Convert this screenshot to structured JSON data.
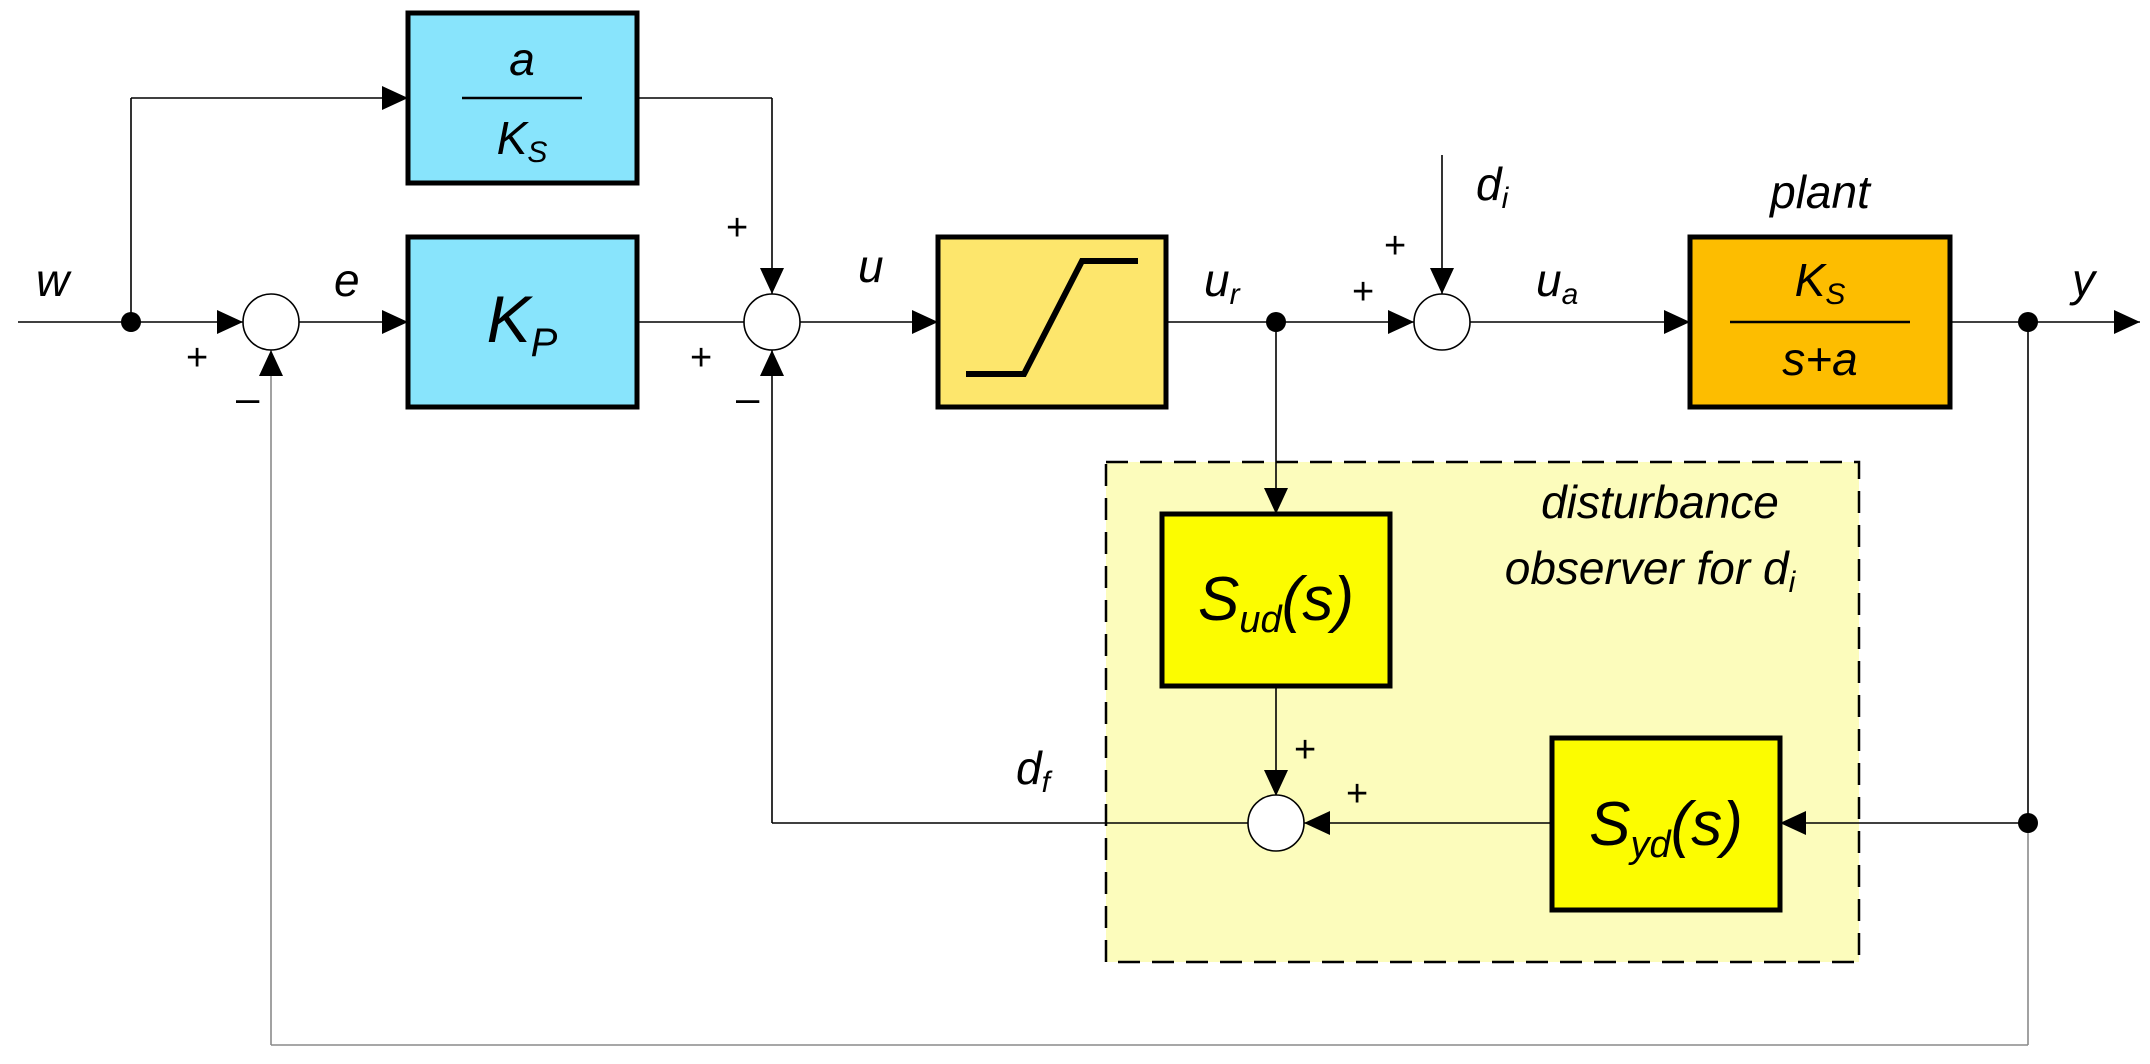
{
  "colors": {
    "controller_fill": "#88e4fc",
    "saturation_fill": "#fde66c",
    "plant_fill": "#fdbd00",
    "observer_block_fill": "#fcfc00",
    "observer_region_fill": "#fcfcbc"
  },
  "signals": {
    "w": "w",
    "e": "e",
    "u": "u",
    "ur": {
      "base": "u",
      "sub": "r"
    },
    "ua": {
      "base": "u",
      "sub": "a"
    },
    "di": {
      "base": "d",
      "sub": "i"
    },
    "y": "y",
    "df": {
      "base": "d",
      "sub": "f"
    }
  },
  "blocks": {
    "feedforward": {
      "num": "a",
      "den_base": "K",
      "den_sub": "S"
    },
    "kp": {
      "base": "K",
      "sub": "P"
    },
    "plant": {
      "title": "plant",
      "num_base": "K",
      "num_sub": "S",
      "den": "s+a"
    },
    "sud": {
      "base": "S",
      "sub": "ud",
      "arg": "(s)"
    },
    "syd": {
      "base": "S",
      "sub": "yd",
      "arg": "(s)"
    }
  },
  "observer": {
    "line1": "disturbance",
    "line2": "observer for d",
    "line2_sub": "i"
  },
  "signs": {
    "plus": "+",
    "minus": "–"
  }
}
